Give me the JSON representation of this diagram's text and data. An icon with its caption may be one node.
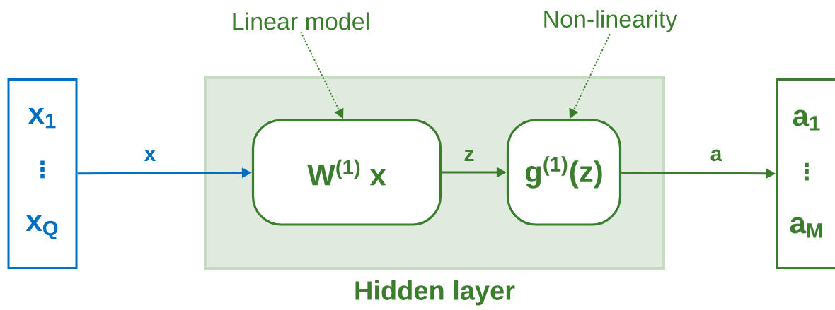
{
  "diagram": {
    "nodes": [
      {
        "text": [
          "x$_{1}$",
          "⋮",
          "x$_{Q}$"
        ]
      },
      {
        "text": [
          "Hidden layer"
        ]
      },
      {
        "text": [
          "W$^{(1)}$ x"
        ],
        "in": 1
      },
      {
        "text": [
          "g$^{(1)}$(z)"
        ],
        "in": 1
      },
      {
        "text": [
          "a$_{1}$",
          "⋮",
          "a$_{M}$"
        ]
      },
      {
        "text": [
          "Linear model"
        ]
      },
      {
        "text": [
          "Non-linearity"
        ]
      }
    ],
    "edges": [
      {
        "from": 0,
        "to": 2,
        "arrow": "to",
        "label": "x",
        "color": "#0070c0"
      },
      {
        "from": 2,
        "to": 3,
        "arrow": "to",
        "label": "z"
      },
      {
        "from": 3,
        "to": 4,
        "arrow": "to",
        "label": "a"
      },
      {
        "from": 5,
        "to": 2,
        "arrow": "to",
        "style": "dashed"
      },
      {
        "from": 6,
        "to": 3,
        "arrow": "to",
        "style": "dashed"
      }
    ]
  }
}
